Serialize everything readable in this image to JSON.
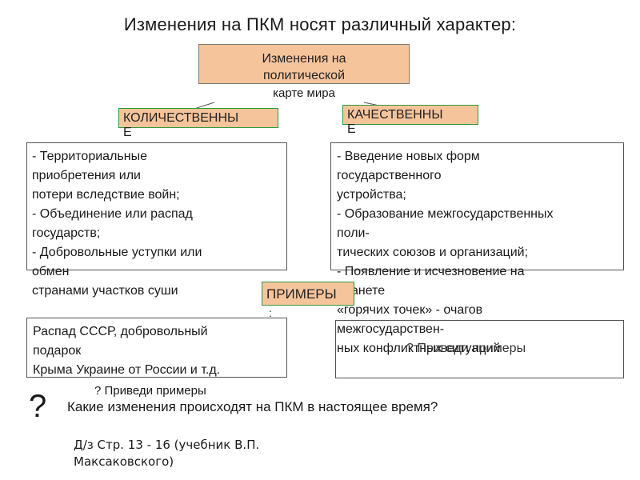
{
  "title": "Изменения на ПКМ носят различный характер:",
  "center": {
    "line1": "Изменения на",
    "line2": "политической",
    "line3": "карте мира"
  },
  "tags": {
    "quantitative": [
      "КОЛИЧЕСТВЕННЫ",
      "Е"
    ],
    "qualitative": [
      "КАЧЕСТВЕННЫ",
      "Е"
    ],
    "examples": "ПРИМЕРЫ",
    "examples_colon": ":"
  },
  "quantitative_list": [
    "- Территориальные",
    "приобретения или",
    "потери вследствие войн;",
    "- Объединение или распад",
    "государств;",
    "- Добровольные уступки или",
    "обмен",
    "странами участков суши"
  ],
  "qualitative_list": [
    "- Введение новых форм",
    "государственного",
    "устройства;",
    "- Образование межгосударственных",
    "поли-",
    "тических союзов и организаций;",
    "- Появление и исчезновение на",
    "планете",
    "«горячих точек» - очагов",
    "межгосударствен-",
    "ных конфликтных ситуаций"
  ],
  "examples_left": [
    "Распад СССР, добровольный",
    "подарок",
    "Крыма Украине от России и т.д."
  ],
  "examples_right_hint": "? Приведи примеры",
  "examples_left_hint": "? Приведи примеры",
  "question_mark": "?",
  "question": "Какие изменения происходят на ПКМ в настоящее время?",
  "homework": [
    "Д/з Стр. 13 - 16 (учебник В.П.",
    "Максаковского)"
  ]
}
